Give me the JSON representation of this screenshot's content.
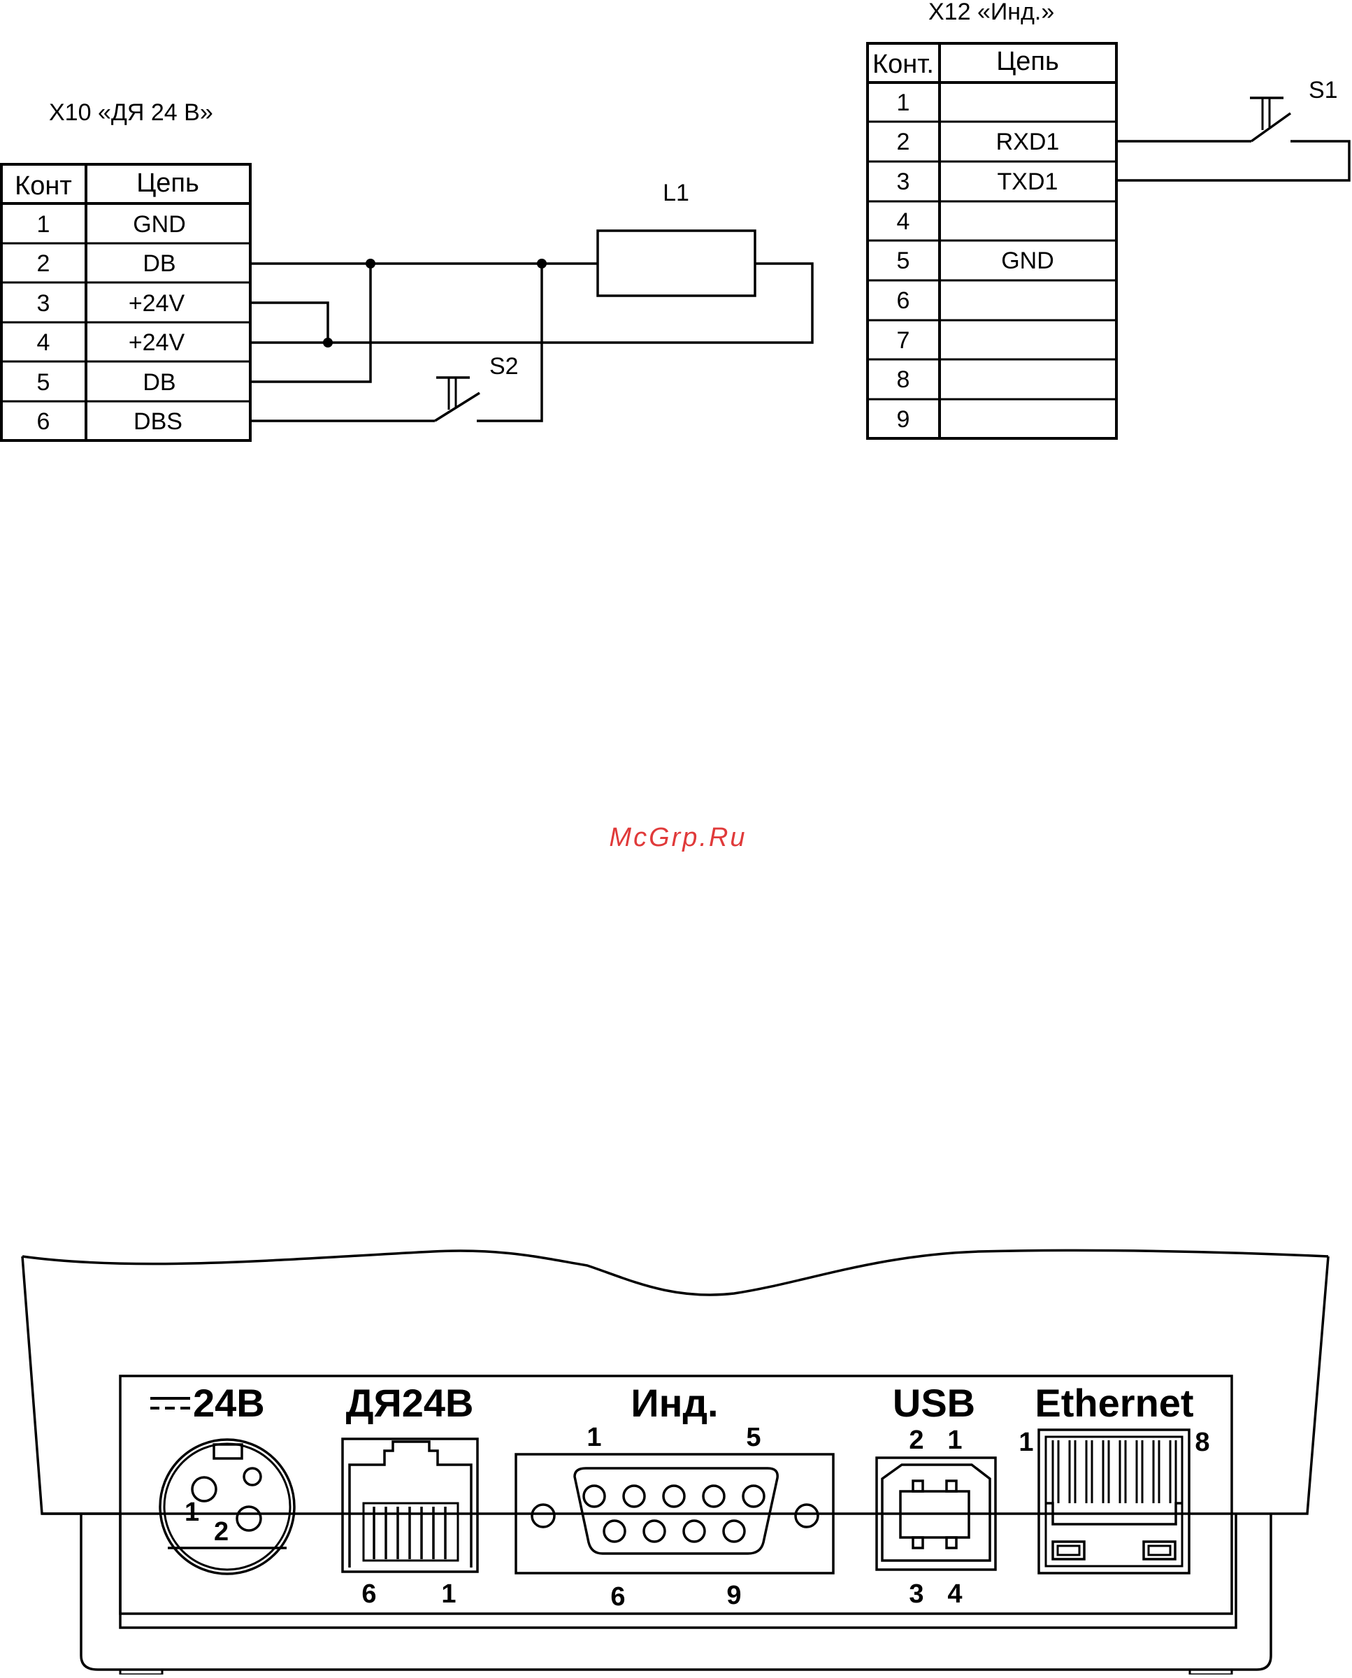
{
  "x10": {
    "title": "X10  «ДЯ 24 В»",
    "headers": [
      "Конт",
      "Цепь"
    ],
    "rows": [
      {
        "pin": "1",
        "net": "GND"
      },
      {
        "pin": "2",
        "net": "DB"
      },
      {
        "pin": "3",
        "net": "+24V"
      },
      {
        "pin": "4",
        "net": "+24V"
      },
      {
        "pin": "5",
        "net": "DB"
      },
      {
        "pin": "6",
        "net": "DBS"
      }
    ]
  },
  "x12": {
    "title": "X12  «Инд.»",
    "headers": [
      "Конт.",
      "Цепь"
    ],
    "rows": [
      {
        "pin": "1",
        "net": ""
      },
      {
        "pin": "2",
        "net": "RXD1"
      },
      {
        "pin": "3",
        "net": "TXD1"
      },
      {
        "pin": "4",
        "net": ""
      },
      {
        "pin": "5",
        "net": "GND"
      },
      {
        "pin": "6",
        "net": ""
      },
      {
        "pin": "7",
        "net": ""
      },
      {
        "pin": "8",
        "net": ""
      },
      {
        "pin": "9",
        "net": ""
      }
    ]
  },
  "components": {
    "l1": "L1",
    "s1": "S1",
    "s2": "S2"
  },
  "watermark": "McGrp.Ru",
  "panel": {
    "power": {
      "label": "24В",
      "pins": [
        "1",
        "2"
      ]
    },
    "dya": {
      "label": "ДЯ24В",
      "pins": [
        "6",
        "1"
      ]
    },
    "ind": {
      "label": "Инд.",
      "pins_top": [
        "1",
        "5"
      ],
      "pins_bottom": [
        "6",
        "9"
      ]
    },
    "usb": {
      "label": "USB",
      "pins_top": [
        "2",
        "1"
      ],
      "pins_bottom": [
        "3",
        "4"
      ]
    },
    "ethernet": {
      "label": "Ethernet",
      "pins": [
        "1",
        "8"
      ]
    }
  }
}
